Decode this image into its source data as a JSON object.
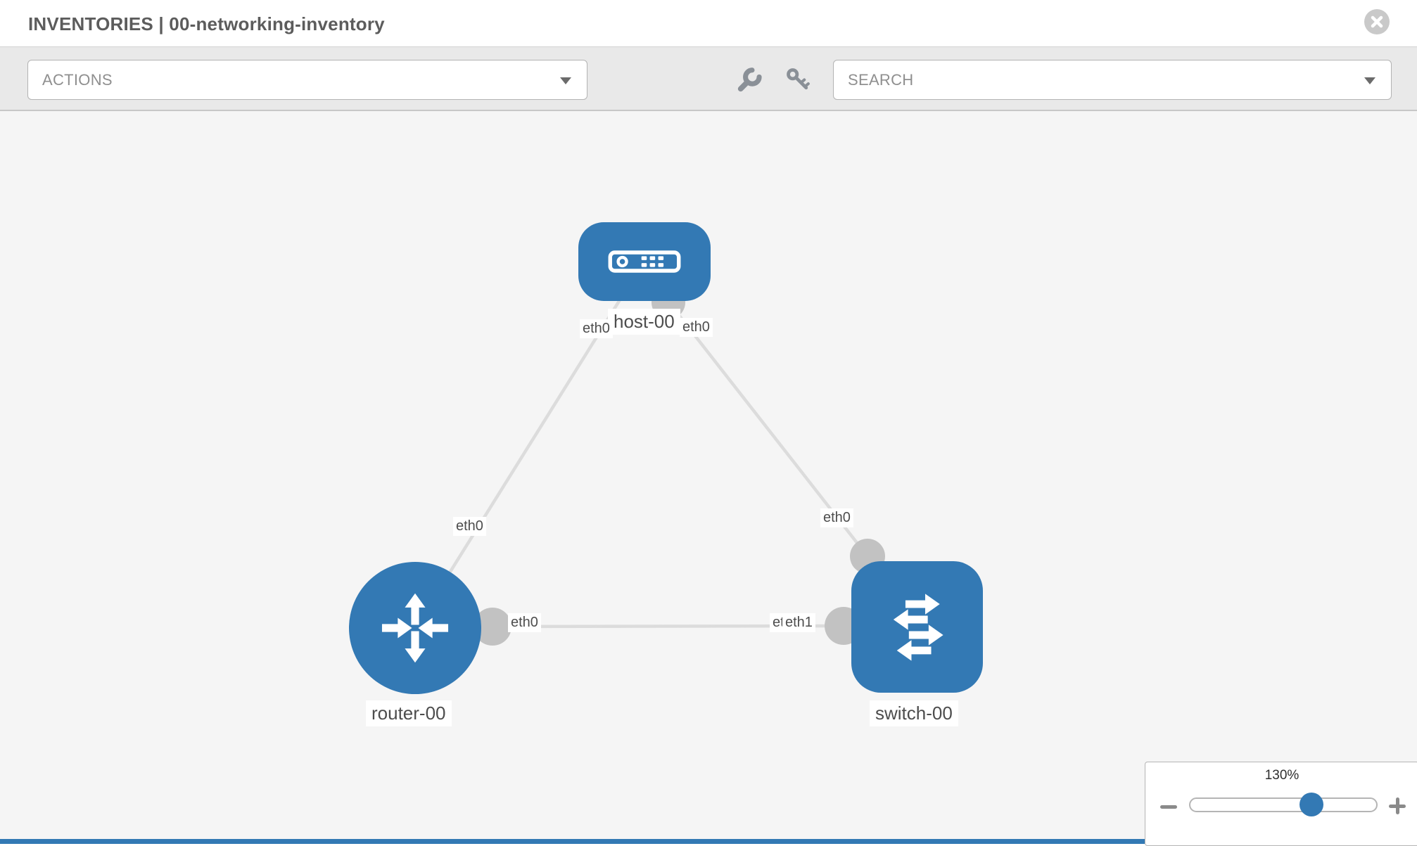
{
  "header": {
    "title": "INVENTORIES | 00-networking-inventory"
  },
  "toolbar": {
    "actions_label": "ACTIONS",
    "search_label": "SEARCH"
  },
  "topology": {
    "nodes": [
      {
        "name": "host-00",
        "type": "host"
      },
      {
        "name": "router-00",
        "type": "router"
      },
      {
        "name": "switch-00",
        "type": "switch"
      }
    ],
    "links": [
      {
        "source": "host-00",
        "source_interface": "eth0",
        "target": "router-00",
        "target_interface": "eth0"
      },
      {
        "source": "host-00",
        "source_interface": "eth0",
        "target": "switch-00",
        "target_interface": "eth0"
      },
      {
        "source": "router-00",
        "source_interface": "eth0",
        "target": "switch-00",
        "target_interface": "eth1"
      }
    ],
    "labels": {
      "host": "host-00",
      "router": "router-00",
      "switch": "switch-00",
      "if_host_left": "eth0",
      "if_host_right": "eth0",
      "if_link_host_router_mid": "eth0",
      "if_link_host_switch_mid": "eth0",
      "if_router_right": "eth0",
      "if_switch_left_back": "eth0",
      "if_switch_left_front": "eth1"
    }
  },
  "zoom_panel": {
    "level": "130%"
  },
  "colors": {
    "node_blue": "#3379b4",
    "connector_gray": "#c2c2c2",
    "link_gray": "#dcdcdc",
    "toolbar_gray": "#e9e9e9",
    "canvas_gray": "#f5f5f5",
    "accent_strip": "#3379b4"
  }
}
